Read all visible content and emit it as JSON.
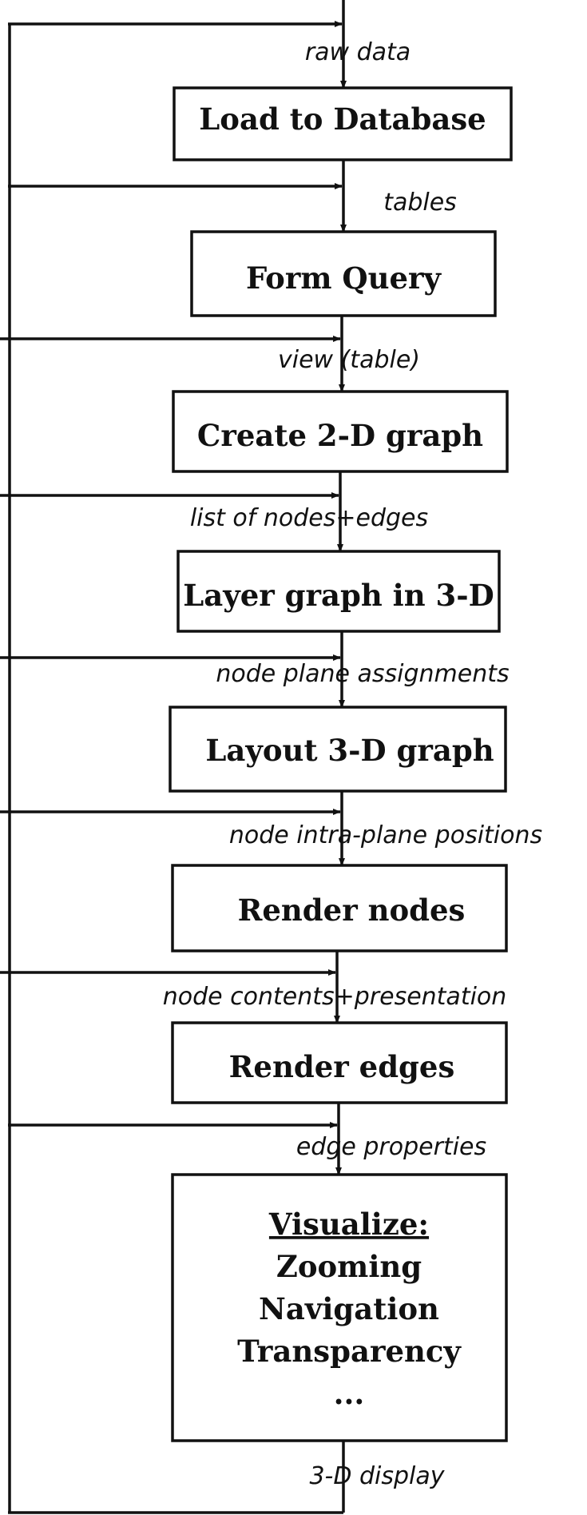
{
  "steps": [
    "Load to Database",
    "Form Query",
    "Create 2-D graph",
    "Layer graph in 3-D",
    "Layout 3-D graph",
    "Render nodes",
    "Render edges"
  ],
  "visualize": {
    "heading": "Visualize:",
    "items": [
      "Zooming",
      "Navigation",
      "Transparency",
      "..."
    ]
  },
  "flows": [
    "raw data",
    "tables",
    "view (table)",
    "list of nodes+edges",
    "node plane assignments",
    "node intra-plane positions",
    "node contents+presentation",
    "edge properties",
    "3-D display"
  ],
  "colors": {
    "ink": "#111111",
    "background": "#ffffff"
  }
}
